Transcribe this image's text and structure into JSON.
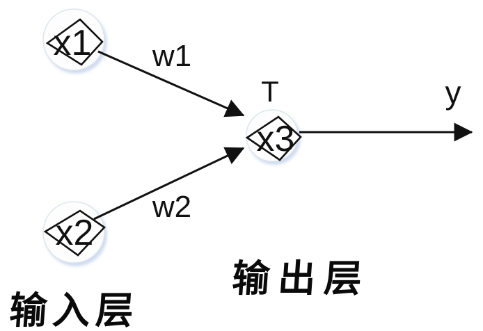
{
  "diagram": {
    "nodes": {
      "x1": {
        "label": "x1"
      },
      "x2": {
        "label": "x2"
      },
      "x3": {
        "label": "x3",
        "threshold_label": "T"
      }
    },
    "edges": {
      "w1": {
        "label": "w1"
      },
      "w2": {
        "label": "w2"
      },
      "output": {
        "label": "y"
      }
    },
    "captions": {
      "input_layer": "输入层",
      "output_layer": "输出层"
    },
    "colors": {
      "background": "#ffffff",
      "stroke": "#111111",
      "node_fill": "#ffffff",
      "node_halo_stroke": "#dfe5ee",
      "node_halo_shadow": "#a5bee1"
    }
  }
}
